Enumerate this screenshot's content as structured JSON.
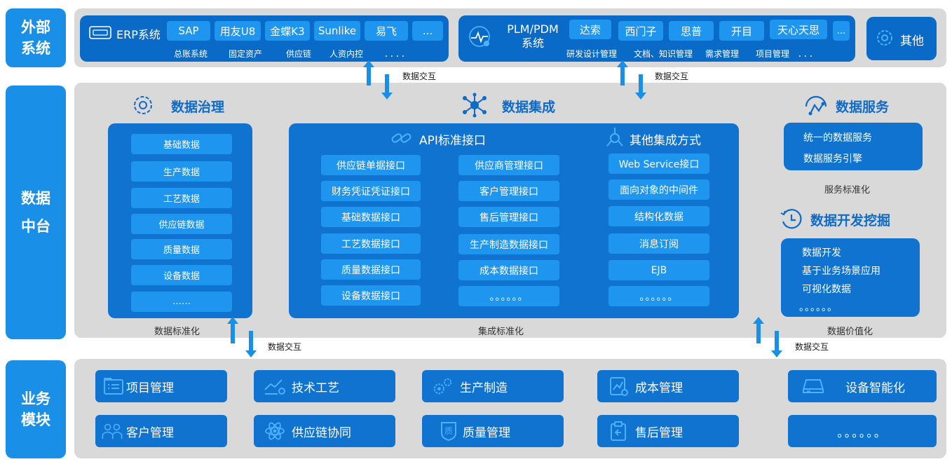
{
  "left_labels": {
    "external": "外部\n系统",
    "platform": "数据\n中台",
    "business": "业务\n模块"
  },
  "erp": {
    "title": "ERP系统",
    "chips": [
      "SAP",
      "用友U8",
      "金蝶K3",
      "Sunlike",
      "易飞",
      "..."
    ],
    "subs": [
      "总账系统",
      "固定资产",
      "供应链",
      "人资内控",
      "．．．．"
    ]
  },
  "plm": {
    "title": "PLM/PDM\n系统",
    "chips": [
      "达索",
      "西门子",
      "思普",
      "开目",
      "天心天思",
      "..."
    ],
    "subs": [
      "研发设计管理",
      "文档、知识管理",
      "需求管理",
      "项目管理",
      "．．．"
    ]
  },
  "other_system": "其他",
  "exchange_label": "数据交互",
  "governance": {
    "title": "数据治理",
    "items": [
      "基础数据",
      "生产数据",
      "工艺数据",
      "供应链数据",
      "质量数据",
      "设备数据",
      "……"
    ],
    "footer": "数据标准化"
  },
  "integration": {
    "title": "数据集成",
    "api_title": "API标准接口",
    "api_col1": [
      "供应链单据接口",
      "财务凭证凭证接口",
      "基础数据接口",
      "工艺数据接口",
      "质量数据接口",
      "设备数据接口"
    ],
    "api_col2": [
      "供应商管理接口",
      "客户管理接口",
      "售后管理接口",
      "生产制造数据接口",
      "成本数据接口",
      "。。。。。。"
    ],
    "other_title": "其他集成方式",
    "other_items": [
      "Web Service接口",
      "面向对象的中间件",
      "结构化数据",
      "消息订阅",
      "EJB",
      "。。。。。。"
    ],
    "footer": "集成标准化"
  },
  "service": {
    "title": "数据服务",
    "items": [
      "统一的数据服务",
      "数据服务引擎"
    ],
    "footer": "服务标准化"
  },
  "mining": {
    "title": "数据开发挖掘",
    "items": [
      "数据开发",
      "基于业务场景应用",
      "可视化数据",
      "。。。。。。"
    ],
    "footer": "数据价值化"
  },
  "modules": {
    "row1": [
      "项目管理",
      "技术工艺",
      "生产制造",
      "成本管理",
      "设备智能化"
    ],
    "row2": [
      "客户管理",
      "供应链协同",
      "质量管理",
      "售后管理",
      "。。。。。。"
    ]
  },
  "colors": {
    "side": "#1a8fe8",
    "band": "#d9d9d9",
    "dark_box": "#0a6ac7",
    "chip": "#1e95ee",
    "heading": "#0f6bc7"
  }
}
